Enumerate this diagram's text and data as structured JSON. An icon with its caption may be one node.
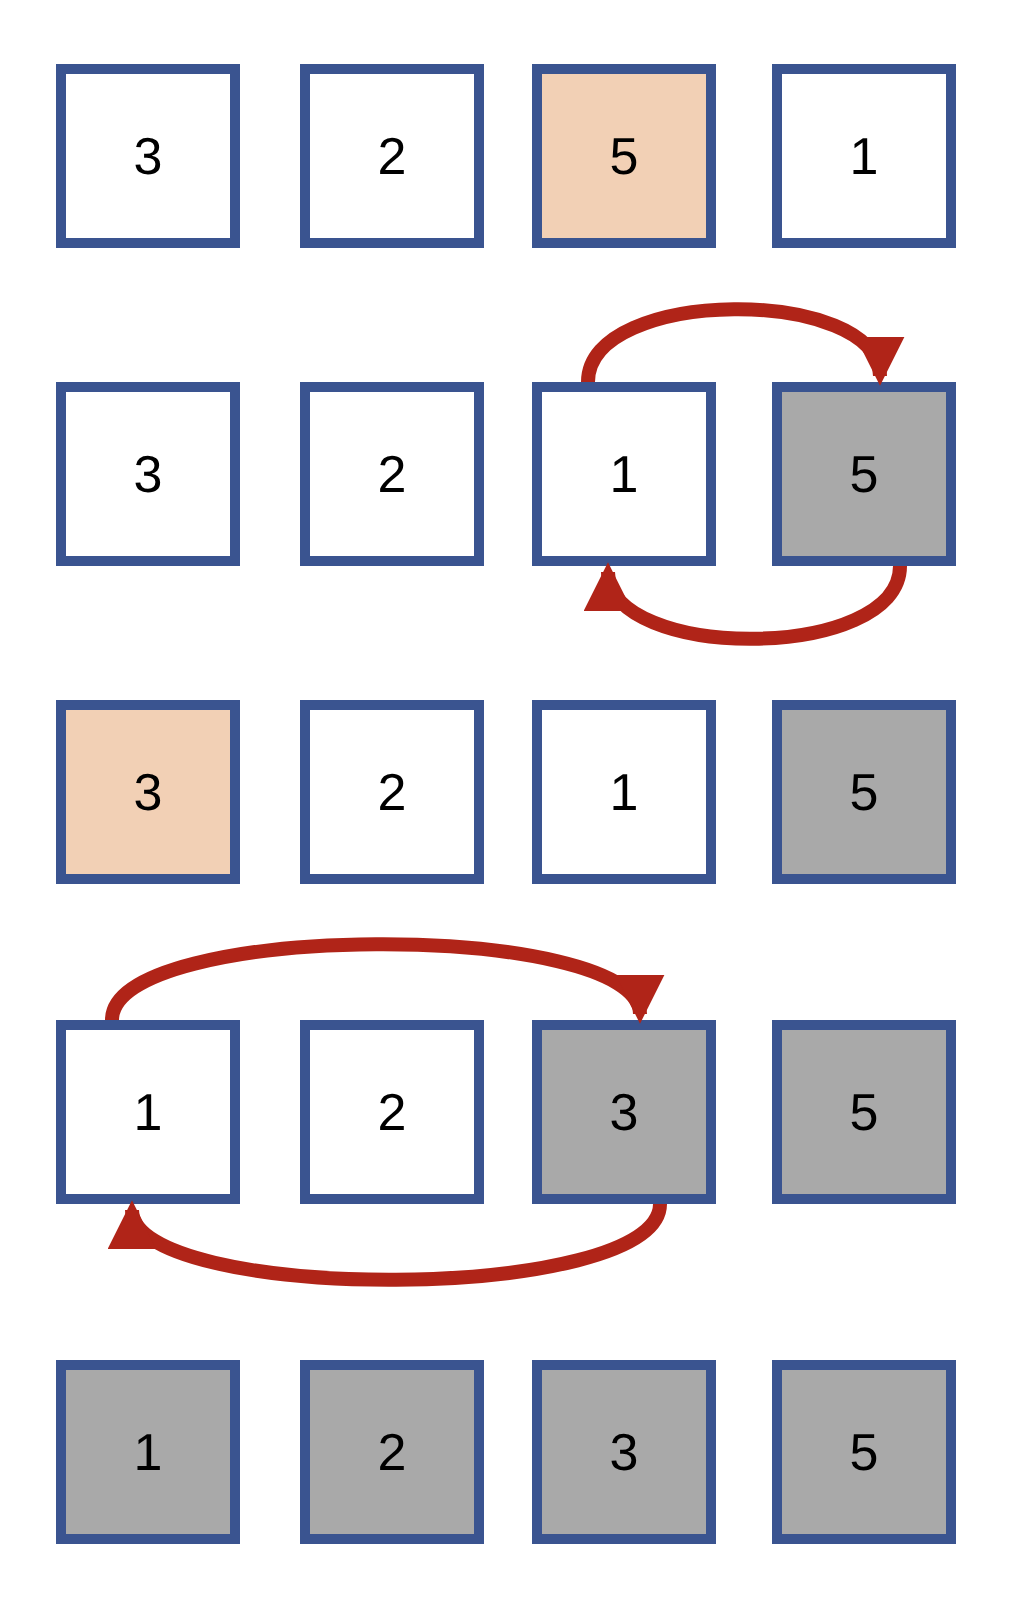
{
  "diagram": {
    "nodes": [
      {
        "text": [
          "3"
        ]
      },
      {
        "text": [
          "2"
        ]
      },
      {
        "text": [
          "5"
        ]
      },
      {
        "text": [
          "1"
        ]
      },
      {
        "text": [
          "3"
        ]
      },
      {
        "text": [
          "2"
        ]
      },
      {
        "text": [
          "1"
        ]
      },
      {
        "text": [
          "5"
        ]
      },
      {
        "text": [
          "3"
        ]
      },
      {
        "text": [
          "2"
        ]
      },
      {
        "text": [
          "1"
        ]
      },
      {
        "text": [
          "5"
        ]
      },
      {
        "text": [
          "1"
        ]
      },
      {
        "text": [
          "2"
        ]
      },
      {
        "text": [
          "3"
        ]
      },
      {
        "text": [
          "5"
        ]
      },
      {
        "text": [
          "1"
        ]
      },
      {
        "text": [
          "2"
        ]
      },
      {
        "text": [
          "3"
        ]
      },
      {
        "text": [
          "5"
        ]
      }
    ],
    "edges": [
      {
        "from": 6,
        "to": 7,
        "arrow": "to"
      },
      {
        "from": 7,
        "to": 6,
        "arrow": "to"
      },
      {
        "from": 12,
        "to": 14,
        "arrow": "to"
      },
      {
        "from": 14,
        "to": 12,
        "arrow": "to"
      }
    ]
  }
}
